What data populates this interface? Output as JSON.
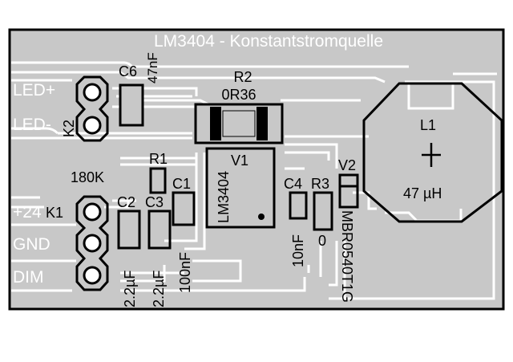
{
  "board_title": "LM3404 - Konstantstromquelle",
  "colors": {
    "board": "#c8c8c8",
    "trace": "#ffffff",
    "silk": "#000000",
    "outline": "#000000"
  },
  "edge_labels": {
    "led_plus": "LED+",
    "led_minus": "LED-",
    "plus24": "+24",
    "gnd": "GND",
    "dim": "DIM"
  },
  "components": {
    "k2": {
      "ref": "K2"
    },
    "k1": {
      "ref": "K1"
    },
    "c6": {
      "ref": "C6",
      "value": "47nF"
    },
    "r2": {
      "ref": "R2",
      "value": "0R36"
    },
    "v1": {
      "ref": "V1",
      "value": "LM3404"
    },
    "r1": {
      "ref": "R1",
      "value": "180K"
    },
    "c1": {
      "ref": "C1",
      "value": "100nF"
    },
    "c2": {
      "ref": "C2",
      "value": "2.2µF"
    },
    "c3": {
      "ref": "C3",
      "value": "2.2µF"
    },
    "c4": {
      "ref": "C4",
      "value": "10nF"
    },
    "r3": {
      "ref": "R3",
      "value": "0"
    },
    "v2": {
      "ref": "V2",
      "value": "MBR0540T1G"
    },
    "l1": {
      "ref": "L1",
      "value": "47 µH"
    }
  }
}
